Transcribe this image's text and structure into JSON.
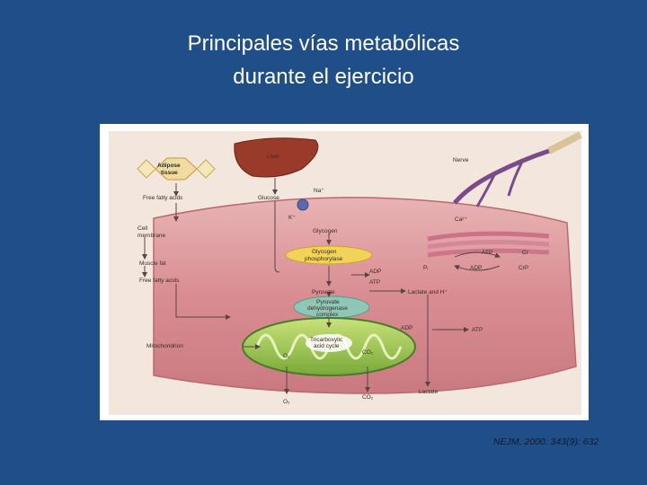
{
  "slide": {
    "title_line1": "Principales vías metabólicas",
    "title_line2": "durante el ejercicio",
    "citation": "NEJM, 2000. 343(9): 632"
  },
  "diagram": {
    "adipose": "Adipose",
    "tissue": "tissue",
    "liver": "Liver",
    "nerve": "Nerve",
    "free_fatty_acids_1": "Free fatty acids",
    "glucose": "Glucose",
    "na": "Na⁺",
    "k": "K⁺",
    "ca": "Ca²⁺",
    "cell": "Cell",
    "membrane": "membrane",
    "glycogen": "Glycogen",
    "glycogen_phosphorylase_1": "Glycogen",
    "glycogen_phosphorylase_2": "phosphorylase",
    "atp_top": "ATP",
    "adp_top": "ADP",
    "cr": "Cr",
    "crp": "CrP",
    "pi": "Pᵢ",
    "muscle_fat": "Muscle fat",
    "free_fatty_acids_2": "Free fatty acids",
    "adp_mid": "ADP",
    "atp_mid": "ATP",
    "pyruvate": "Pyruvate",
    "lactate_h": "Lactate and H⁺",
    "pdh_1": "Pyruvate",
    "pdh_2": "dehydrogenase",
    "pdh_3": "complex",
    "mitochondrion": "Mitochondrion",
    "adp_low": "ADP",
    "atp_low": "ATP",
    "tca_1": "Tricarboxylic",
    "tca_2": "acid cycle",
    "o2_in": "O₂",
    "co2_in": "CO₂",
    "o2_out": "O₂",
    "co2_out": "CO₂",
    "lactate": "Lactate"
  }
}
